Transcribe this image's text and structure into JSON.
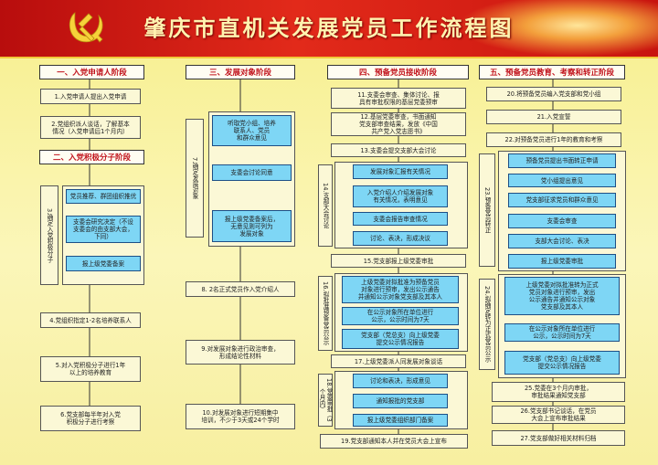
{
  "title": "肇庆市直机关发展党员工作流程图",
  "colors": {
    "banner": "#c8140f",
    "header_text": "#c1121c",
    "blue_box": "#7ed6f5"
  },
  "col1": {
    "h1": "一、入党申请人阶段",
    "s1": "1.入党申请人提出入党申请",
    "s2": "2.党组织派人谈话，了解基本\n情况（入党申请后1个月内）",
    "h2": "二、入党积极分子阶段",
    "s3_label": "3.确定入党积极分子",
    "s3a": "党员推荐、群团组织推优",
    "s3b": "支委会研究决定（不设\n支委会的由支部大会，\n下同）",
    "s3c": "报上级党委备案",
    "s4": "4.党组织指定1-2名培养联系人",
    "s5": "5.对入党积极分子进行1年\n以上的培养教育",
    "s6": "6.党支部每半年对入党\n积极分子进行考察"
  },
  "col2": {
    "h": "三、发展对象阶段",
    "s7_label": "7.确定发展对象",
    "s7a": "听取党小组、培养\n联系人、党员\n和群众意见",
    "s7b": "支委会讨论同意",
    "s7c": "报上级党委备案后，\n无意见则可列为\n发展对象",
    "s8": "8. 2名正式党员作入党介绍人",
    "s9": "9.对发展对象进行政治审查，\n形成结论性材料",
    "s10": "10.对发展对象进行短期集中\n培训，不少于3天或24个学时"
  },
  "col3": {
    "h": "四、预备党员接收阶段",
    "s11": "11.支委会审查、集体讨论、报\n具有审批权限的基层党委预审",
    "s12": "12.基层党委审查，书面通知\n党支部审查结果，发放《中国\n共产党入党志愿书》",
    "s13": "13.支委会提交支部大会讨论",
    "s14_label": "14.支部大会讨论",
    "s14a": "发展对象汇报有关情况",
    "s14b": "入党介绍人介绍发展对象\n有关情况，表明意见",
    "s14c": "支委会报告审查情况",
    "s14d": "讨论、表决，形成决议",
    "s15": "15.党支部报上级党委审批",
    "s16_label": "16.拟批准预备党员公示",
    "s16a": "上级党委对拟批准为预备党员\n对象进行预审，发出公示通告\n并通知公示对象党支部及其本人",
    "s16b": "在公示对象所在单位进行\n公示，公示时间为7天",
    "s16c": "党支部（党总支）向上级党委\n提交公示情况报告",
    "s17": "17.上级党委派人同发展对象谈话",
    "s18_label": "18.党委审批（3个月内）",
    "s18a": "讨论和表决，形成意见",
    "s18b": "通知报批的党支部",
    "s18c": "报上级党委组织部门备案",
    "s19": "19.党支部通知本人并在党员大会上宣布"
  },
  "col4": {
    "h": "五、预备党员教育、考察和转正阶段",
    "s20": "20.将预备党员编入党支部和党小组",
    "s21": "21.入党宣誓",
    "s22": "22.对预备党员进行1年的教育和考察",
    "s23_label": "23.预备党员转正",
    "s23a": "预备党员提出书面转正申请",
    "s23b": "党小组提出意见",
    "s23c": "党支部征求党员和群众意见",
    "s23d": "支委会审查",
    "s23e": "支部大会讨论、表决",
    "s23f": "报上级党委审批",
    "s24_label": "24.拟确定转为正式党员公示",
    "s24a": "上级党委对拟批准转为正式\n党员对象进行预审，发出\n公示通告并通知公示对象\n党支部及其本人",
    "s24b": "在公示对象所在单位进行\n公示，公示时间为7天",
    "s24c": "党支部（党总支）向上级党委\n提交公示情况报告",
    "s25": "25.党委在3个月内审批，\n审批结果通知党支部",
    "s26": "26.党支部书记谈话，在党员\n大会上宣布审批结果",
    "s27": "27.党支部做好相关材料归档"
  }
}
